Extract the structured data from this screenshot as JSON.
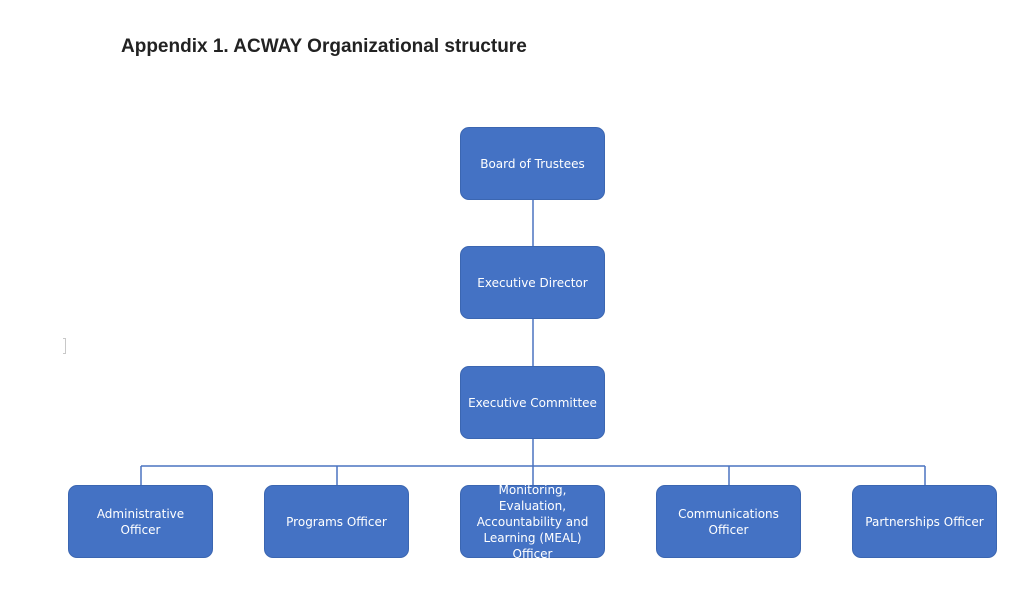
{
  "document": {
    "title": "Appendix 1. ACWAY Organizational structure"
  },
  "org_chart": {
    "colors": {
      "node_fill": "#4472c4",
      "node_border": "#3b66b1",
      "node_text": "#ffffff",
      "connector": "#4a73c0"
    },
    "levels": [
      {
        "label": "Board of Trustees"
      },
      {
        "label": "Executive Director"
      },
      {
        "label": "Executive Committee"
      }
    ],
    "officers": [
      {
        "label": "Administrative Officer"
      },
      {
        "label": "Programs Officer"
      },
      {
        "label": "Monitoring, Evaluation, Accountability and Learning (MEAL) Officer"
      },
      {
        "label": "Communications Officer"
      },
      {
        "label": "Partnerships Officer"
      }
    ]
  }
}
